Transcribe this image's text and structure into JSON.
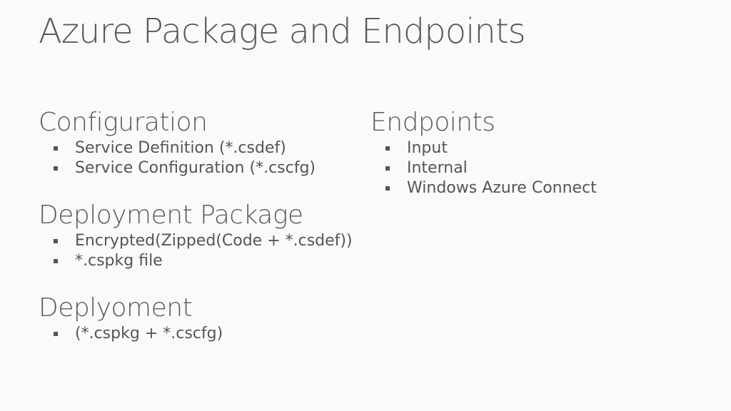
{
  "slide": {
    "title": "Azure Package and Endpoints"
  },
  "left_column": {
    "sections": [
      {
        "heading": "Configuration",
        "items": [
          "Service Definition (*.csdef)",
          "Service Configuration (*.cscfg)"
        ]
      },
      {
        "heading": "Deployment Package",
        "items": [
          "Encrypted(Zipped(Code + *.csdef))",
          "*.cspkg file"
        ]
      },
      {
        "heading": "Deplyoment",
        "items": [
          "(*.cspkg + *.cscfg)"
        ]
      }
    ]
  },
  "right_column": {
    "sections": [
      {
        "heading": "Endpoints",
        "items": [
          "Input",
          "Internal",
          "Windows Azure Connect"
        ]
      }
    ]
  },
  "colors": {
    "background": "#fafafa",
    "text": "#555555"
  },
  "icons": {
    "bullet": "square-bullet-icon"
  }
}
